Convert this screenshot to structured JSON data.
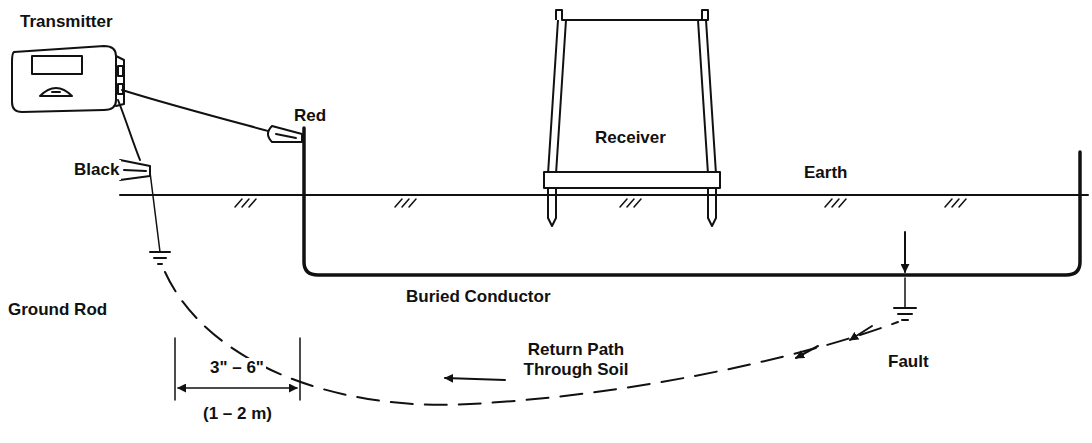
{
  "diagram": {
    "nodes": [
      {
        "text": [
          "Transmitter"
        ]
      },
      {
        "text": [
          "Receiver"
        ]
      }
    ],
    "labels": [
      "Red",
      "Black",
      "Earth",
      "Buried Conductor",
      "Ground Rod",
      "Fault",
      "Return Path Through Soil",
      "3\" – 6\"",
      "(1 – 2 m)"
    ]
  }
}
